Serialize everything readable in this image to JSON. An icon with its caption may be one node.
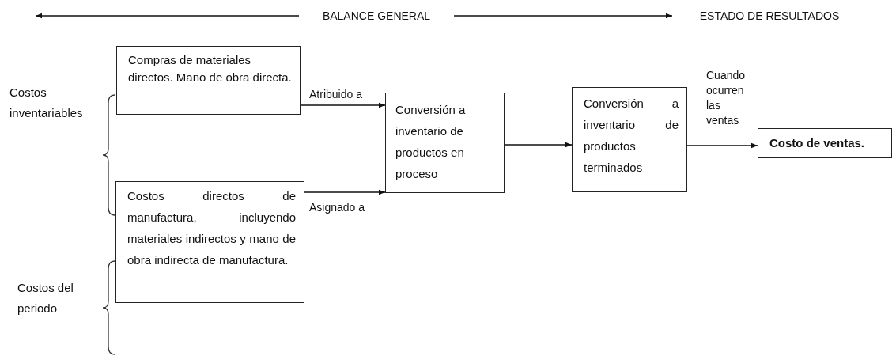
{
  "diagram": {
    "nodes": [
      {
        "text": [
          "BALANCE GENERAL"
        ]
      },
      {
        "text": [
          "ESTADO DE RESULTADOS"
        ]
      },
      {
        "text": [
          "Compras de materiales directos. Mano de obra directa."
        ]
      },
      {
        "text": [
          "Costos directos de manufactura, incluyendo materiales indirectos y mano de obra indirecta de manufactura."
        ]
      },
      {
        "text": [
          "Conversión a inventario de productos en proceso"
        ]
      },
      {
        "text": [
          "Conversión a inventario de productos terminados"
        ]
      },
      {
        "text": [
          "Costo de ventas."
        ]
      }
    ],
    "edges": [
      {
        "from": 0,
        "to": null,
        "arrow": "to"
      },
      {
        "from": 0,
        "to": 1,
        "arrow": "to"
      },
      {
        "from": 2,
        "to": 4,
        "arrow": "to",
        "label": "Atribuido a"
      },
      {
        "from": 3,
        "to": 4,
        "arrow": "to",
        "label": "Asignado a"
      },
      {
        "from": 4,
        "to": 5,
        "arrow": "to"
      },
      {
        "from": 5,
        "to": 6,
        "arrow": "to",
        "label": "Cuando ocurren las ventas"
      }
    ],
    "labels": [
      "Costos inventariables",
      "Costos del periodo"
    ]
  }
}
